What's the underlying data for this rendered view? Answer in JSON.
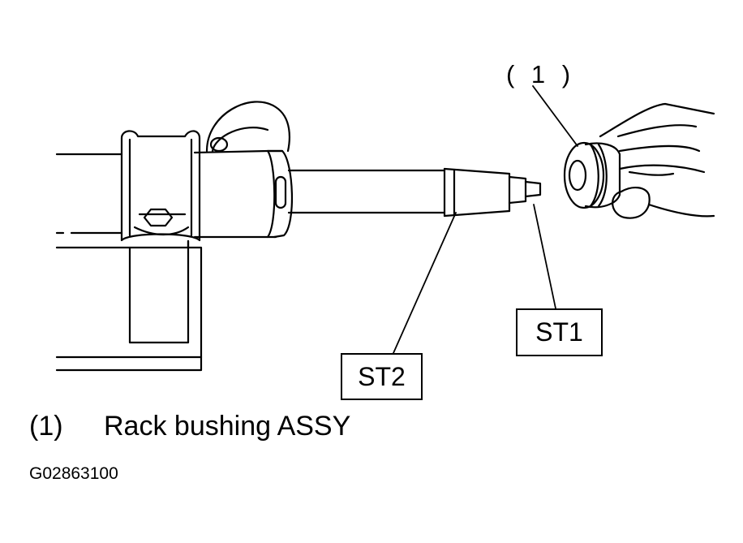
{
  "callouts": {
    "part_marker": "( 1 )",
    "st1": "ST1",
    "st2": "ST2"
  },
  "legend": {
    "number": "(1)",
    "description": "Rack bushing ASSY"
  },
  "figure_code": "G02863100"
}
